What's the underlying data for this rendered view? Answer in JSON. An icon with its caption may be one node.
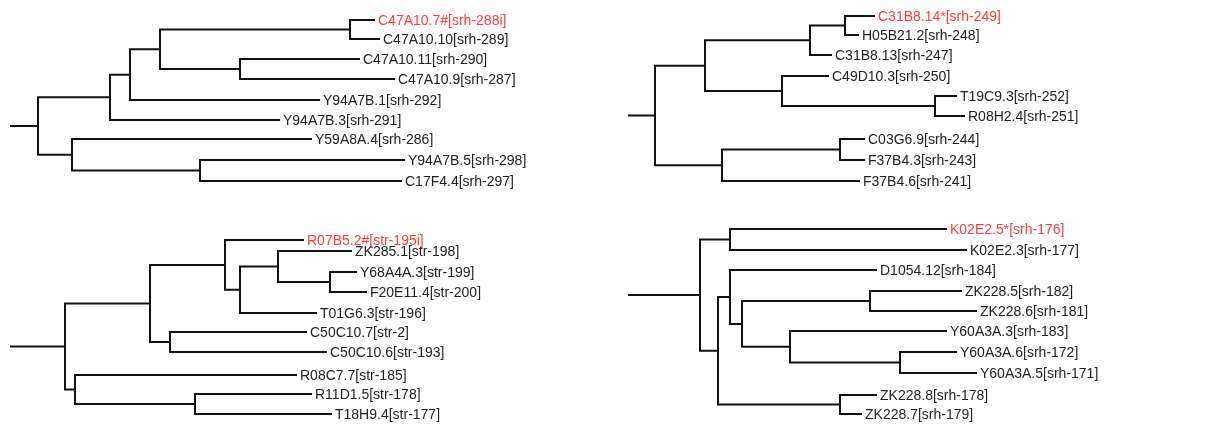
{
  "diagram": {
    "labels": [
      "C47A10.7#[srh-288i]",
      "C47A10.10[srh-289]",
      "C47A10.11[srh-290]",
      "C47A10.9[srh-287]",
      "Y94A7B.1[srh-292]",
      "Y94A7B.3[srh-291]",
      "Y59A8A.4[srh-286]",
      "Y94A7B.5[srh-298]",
      "C17F4.4[srh-297]",
      "C31B8.14*[srh-249]",
      "H05B21.2[srh-248]",
      "C31B8.13[srh-247]",
      "C49D10.3[srh-250]",
      "T19C9.3[srh-252]",
      "R08H2.4[srh-251]",
      "C03G6.9[srh-244]",
      "F37B4.3[srh-243]",
      "F37B4.6[srh-241]",
      "R07B5.2#[str-195i]",
      "ZK285.1[str-198]",
      "Y68A4A.3[str-199]",
      "F20E11.4[str-200]",
      "T01G6.3[str-196]",
      "C50C10.7[str-2]",
      "C50C10.6[str-193]",
      "R08C7.7[str-185]",
      "R11D1.5[str-178]",
      "T18H9.4[str-177]",
      "K02E2.5*[srh-176]",
      "K02E2.3[srh-177]",
      "D1054.12[srh-184]",
      "ZK228.5[srh-182]",
      "ZK228.6[srh-181]",
      "Y60A3A.3[srh-183]",
      "Y60A3A.6[srh-172]",
      "Y60A3A.5[srh-171]",
      "ZK228.8[srh-178]",
      "ZK228.7[srh-179]"
    ]
  }
}
